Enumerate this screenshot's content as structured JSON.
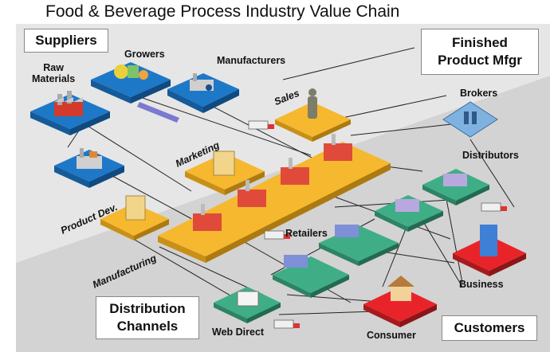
{
  "title": "Food & Beverage Process Industry Value Chain",
  "boxes": {
    "suppliers": "Suppliers",
    "finished_line1": "Finished",
    "finished_line2": "Product Mfgr",
    "distribution_line1": "Distribution",
    "distribution_line2": "Channels",
    "customers": "Customers"
  },
  "nodes": {
    "raw_materials_line1": "Raw",
    "raw_materials_line2": "Materials",
    "growers": "Growers",
    "manufacturers": "Manufacturers",
    "sales": "Sales",
    "marketing": "Marketing",
    "product_dev": "Product Dev.",
    "manufacturing": "Manufacturing",
    "brokers": "Brokers",
    "distributors": "Distributors",
    "retailers": "Retailers",
    "web_direct": "Web Direct",
    "business": "Business",
    "consumer": "Consumer"
  },
  "colors": {
    "supplier_platform": "#1E78C8",
    "process_platform": "#F5B82E",
    "channel_platform": "#3FAE86",
    "customer_platform": "#E8242A",
    "broker_platform": "#7FB2E0",
    "background_band": "#DCDCDC"
  },
  "icons": [
    "factory-icon",
    "grower-icon",
    "person-icon",
    "truck-icon",
    "building-icon",
    "warehouse-icon",
    "handshake-icon",
    "house-icon",
    "web-page-icon",
    "pipe-icon"
  ]
}
